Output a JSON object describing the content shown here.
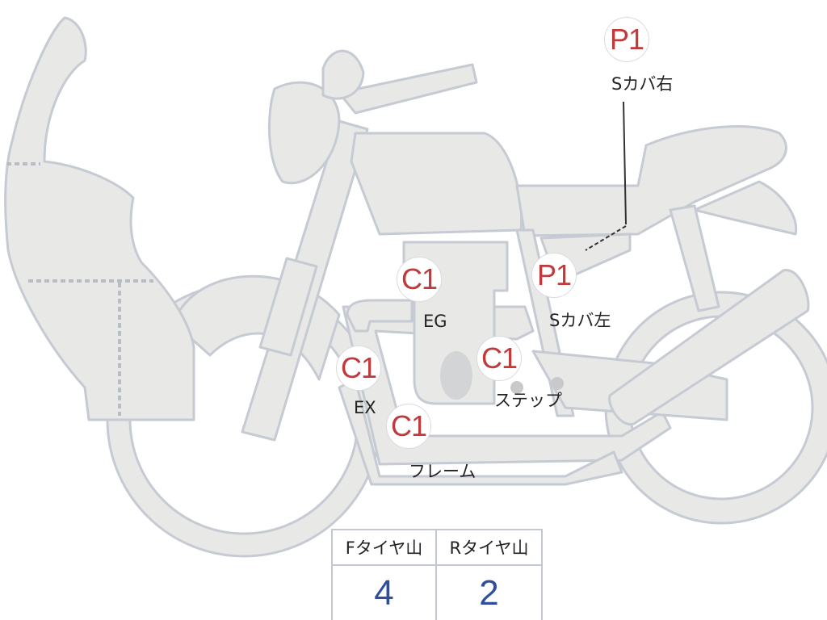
{
  "markers": [
    {
      "code": "P1",
      "label": "Sカバ右"
    },
    {
      "code": "C1",
      "label": "EG"
    },
    {
      "code": "P1",
      "label": "Sカバ左"
    },
    {
      "code": "C1",
      "label": "EX"
    },
    {
      "code": "C1",
      "label": "ステップ"
    },
    {
      "code": "C1",
      "label": "フレーム"
    }
  ],
  "tire_table": {
    "headers": [
      "Fタイヤ山",
      "Rタイヤ山"
    ],
    "values": [
      "4",
      "2"
    ]
  },
  "colors": {
    "damage_code": "#c0393b",
    "tire_value": "#2d4f9e",
    "body_fill": "#e8e8e6",
    "outline": "#c5cad3"
  }
}
